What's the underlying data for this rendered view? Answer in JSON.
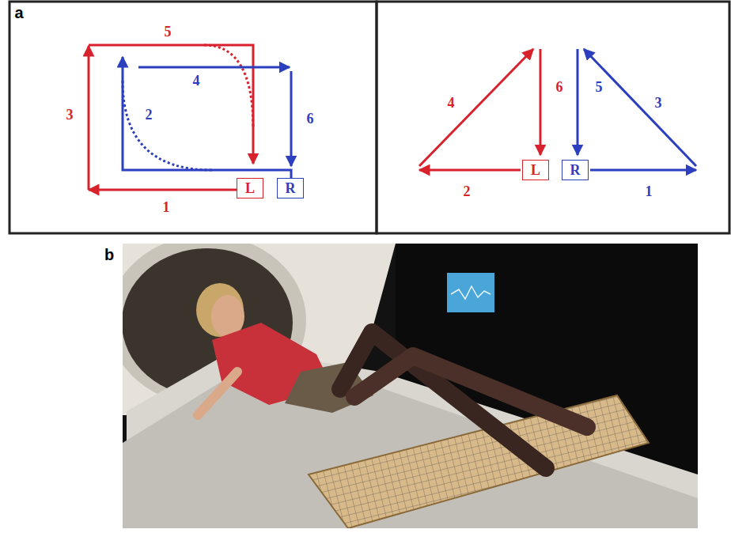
{
  "diagram": {
    "nodes": [
      {
        "text": [
          "L"
        ]
      },
      {
        "text": [
          "R"
        ]
      },
      {
        "text": [
          "L"
        ]
      },
      {
        "text": [
          "R"
        ]
      }
    ],
    "labels": [
      "a",
      "1",
      "2",
      "3",
      "4",
      "5",
      "6",
      "1",
      "2",
      "3",
      "4",
      "5",
      "6",
      "b"
    ]
  }
}
